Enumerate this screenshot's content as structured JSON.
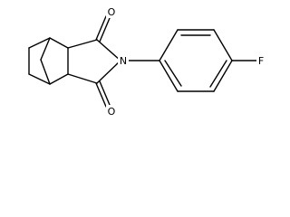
{
  "molecule": {
    "atoms": {
      "oxygen_top": "O",
      "nitrogen": "N",
      "oxygen_bottom": "O",
      "fluorine": "F"
    }
  }
}
